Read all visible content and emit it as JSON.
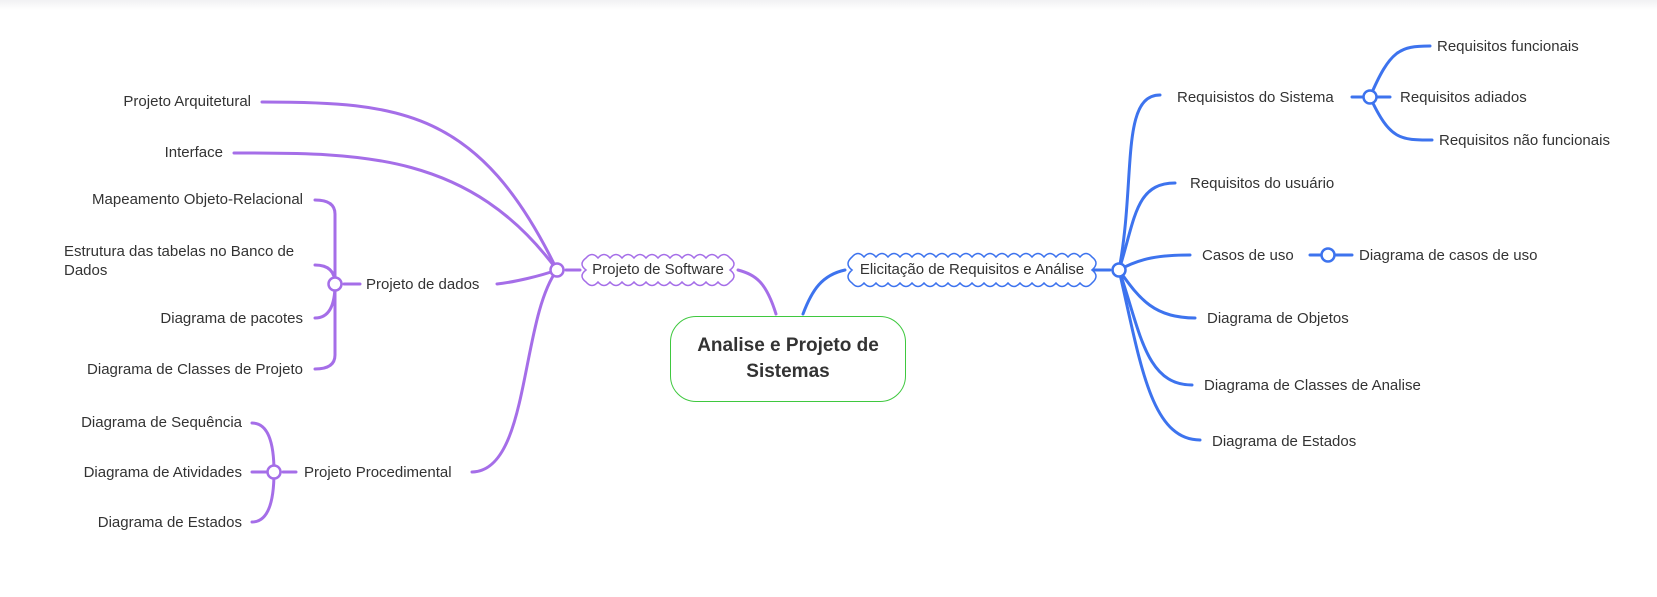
{
  "root": {
    "title": "Analise e Projeto de Sistemas"
  },
  "left": {
    "main": "Projeto de Software",
    "arquitetural": "Projeto Arquitetural",
    "interface": "Interface",
    "dados": {
      "label": "Projeto de dados",
      "items": [
        "Mapeamento Objeto-Relacional",
        "Estrutura das tabelas no Banco de Dados",
        "Diagrama de pacotes",
        "Diagrama de Classes de Projeto"
      ]
    },
    "procedimental": {
      "label": "Projeto Procedimental",
      "items": [
        "Diagrama de Sequência",
        "Diagrama de Atividades",
        "Diagrama de Estados"
      ]
    }
  },
  "right": {
    "main": "Elicitação de Requisitos e Análise",
    "sistema": {
      "label": "Requisistos do Sistema",
      "items": [
        "Requisitos funcionais",
        "Requisitos adiados",
        "Requisitos não funcionais"
      ]
    },
    "usuario": "Requisitos do usuário",
    "casos": {
      "label": "Casos de uso",
      "items": [
        "Diagrama de casos de uso"
      ]
    },
    "objetos": "Diagrama de Objetos",
    "classes_analise": "Diagrama de Classes de Analise",
    "estados": "Diagrama de Estados"
  },
  "colors": {
    "left": "#a56ee8",
    "right": "#3d73ee",
    "root_border": "#3fc83f",
    "text": "#333333"
  }
}
